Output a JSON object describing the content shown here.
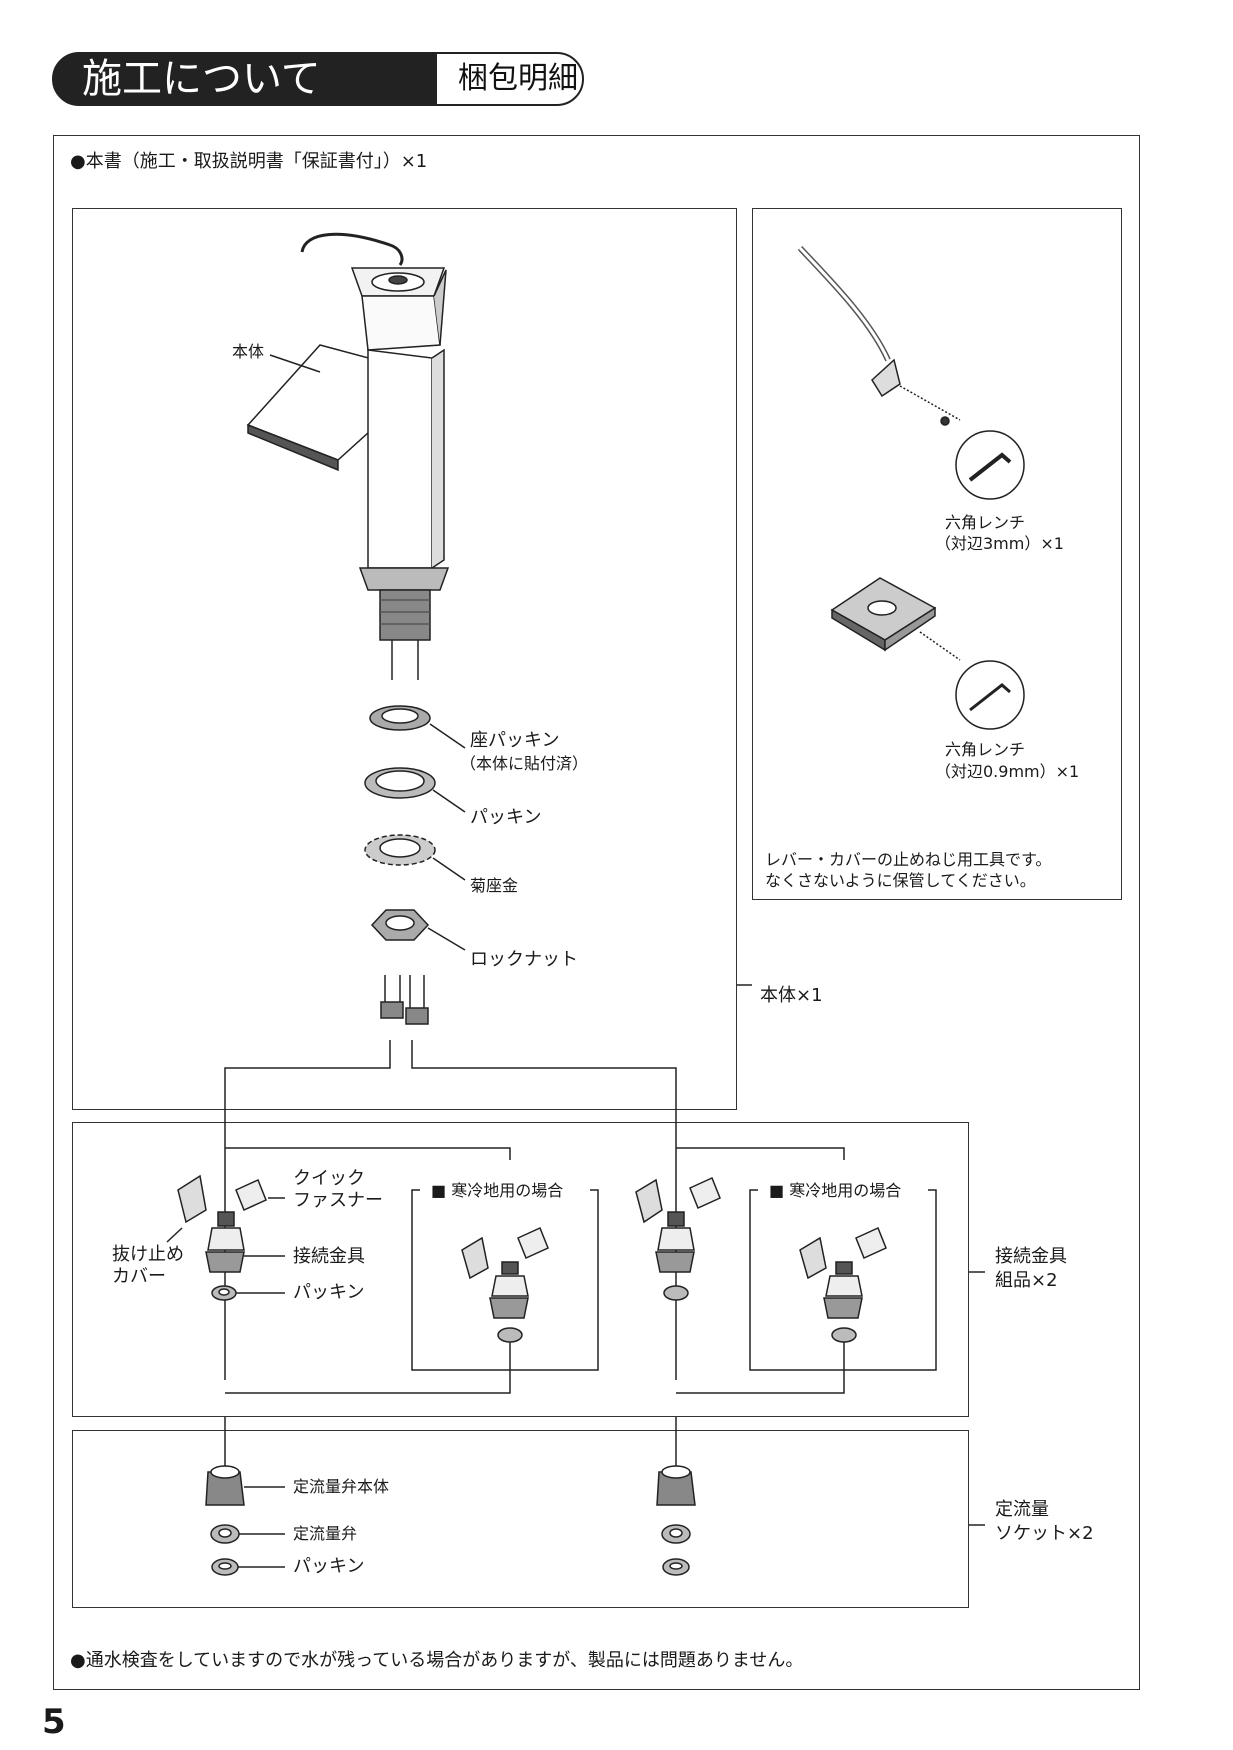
{
  "header": {
    "section_title": "施工について",
    "section_subtitle": "梱包明細"
  },
  "notes": {
    "manual": "●本書（施工・取扱説明書「保証書付」）×1",
    "water_note": "●通水検査をしていますので水が残っている場合がありますが、製品には問題ありません。"
  },
  "body_box": {
    "main_label": "本体",
    "seat_packing": "座パッキン",
    "seat_packing_note": "（本体に貼付済）",
    "packing": "パッキン",
    "washer": "菊座金",
    "lock_nut": "ロックナット",
    "group_label": "本体×1"
  },
  "tools_box": {
    "wrench1_name": "六角レンチ",
    "wrench1_size": "（対辺3mm）×1",
    "wrench2_name": "六角レンチ",
    "wrench2_size": "（対辺0.9mm）×1",
    "note_line1": "レバー・カバーの止めねじ用工具です。",
    "note_line2": "なくさないように保管してください。"
  },
  "fittings_box": {
    "quick_fastener_1": "クイック",
    "quick_fastener_2": "ファスナー",
    "stop_cover_1": "抜け止め",
    "stop_cover_2": "カバー",
    "fitting": "接続金具",
    "packing": "パッキン",
    "cold_region_1": "■ 寒冷地用の場合",
    "cold_region_2": "■ 寒冷地用の場合",
    "group_label_1": "接続金具",
    "group_label_2": "組品×2"
  },
  "socket_box": {
    "valve_body": "定流量弁本体",
    "valve": "定流量弁",
    "packing": "パッキン",
    "group_label_1": "定流量",
    "group_label_2": "ソケット×2"
  },
  "page_number": "5"
}
